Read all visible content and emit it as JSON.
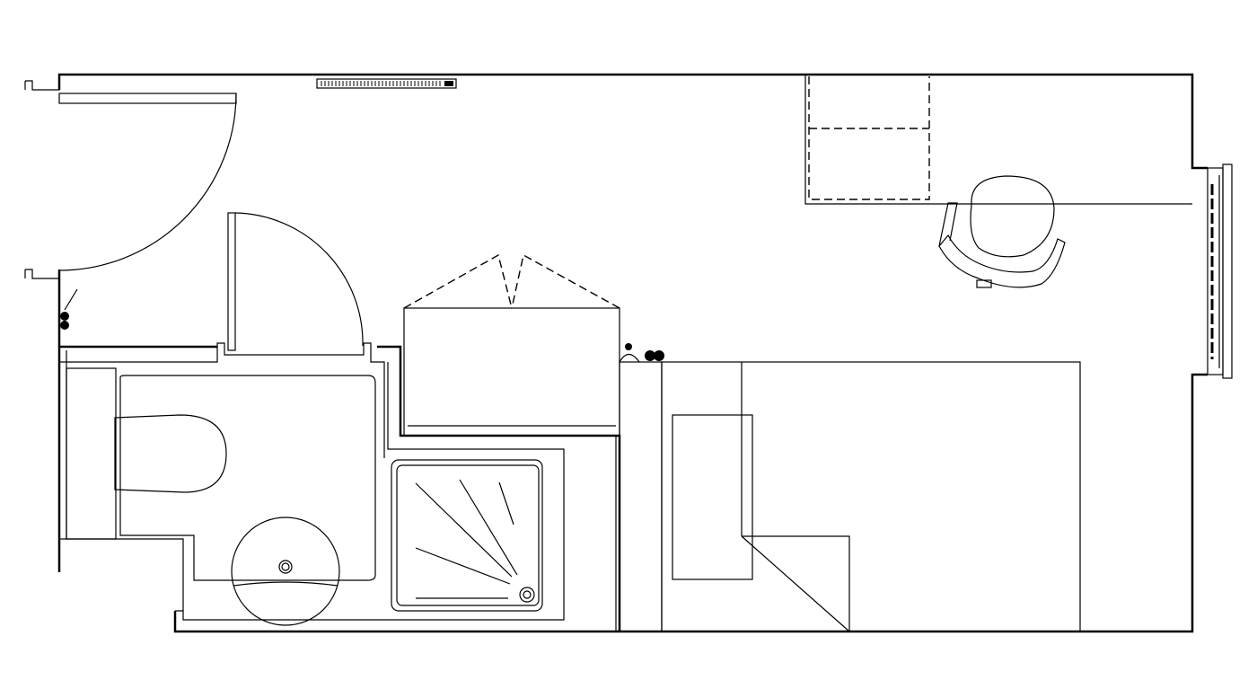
{
  "diagram": {
    "type": "floor-plan",
    "rooms": [
      "bedroom",
      "bathroom",
      "closet"
    ],
    "colors": {
      "line": "#000000",
      "background": "#ffffff"
    }
  }
}
